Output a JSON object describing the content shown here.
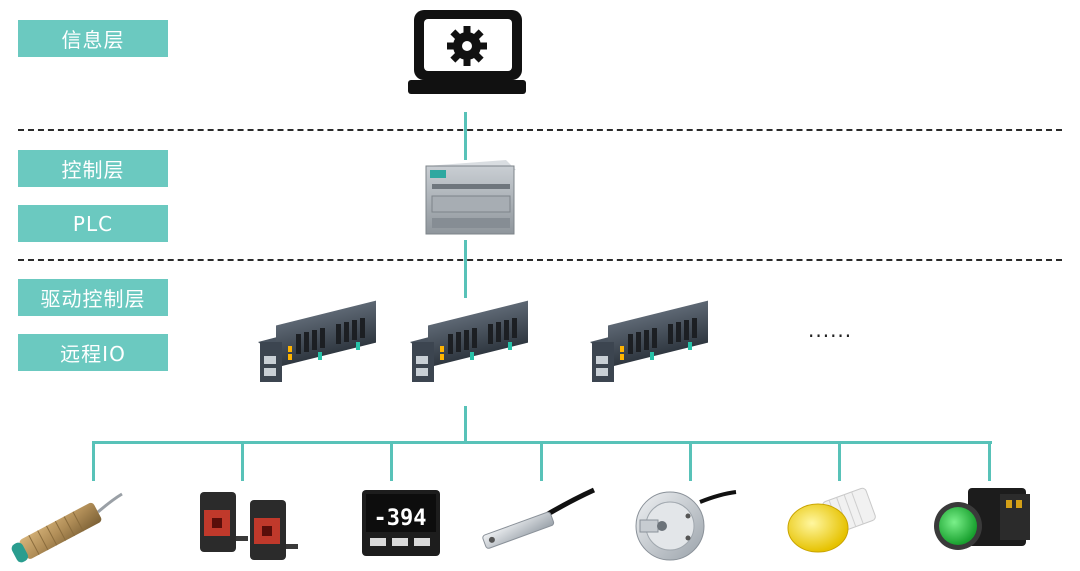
{
  "layers": {
    "info": "信息层",
    "control": "控制层",
    "plc": "PLC",
    "drive": "驱动控制层",
    "remote_io": "远程IO"
  },
  "more": "......",
  "display_reading": "-394",
  "colors": {
    "label_bg": "#6bc9c0",
    "connector": "#58c2b8",
    "dashed_line": "#2b2b2b"
  },
  "icons": [
    "laptop-gear-icon",
    "plc-controller-icon",
    "remote-io-module-icon",
    "inductive-proximity-sensor-icon",
    "photoelectric-sensor-icon",
    "digital-display-meter-icon",
    "magnetic-switch-sensor-icon",
    "rotary-encoder-icon",
    "indicator-light-icon",
    "push-button-icon"
  ]
}
